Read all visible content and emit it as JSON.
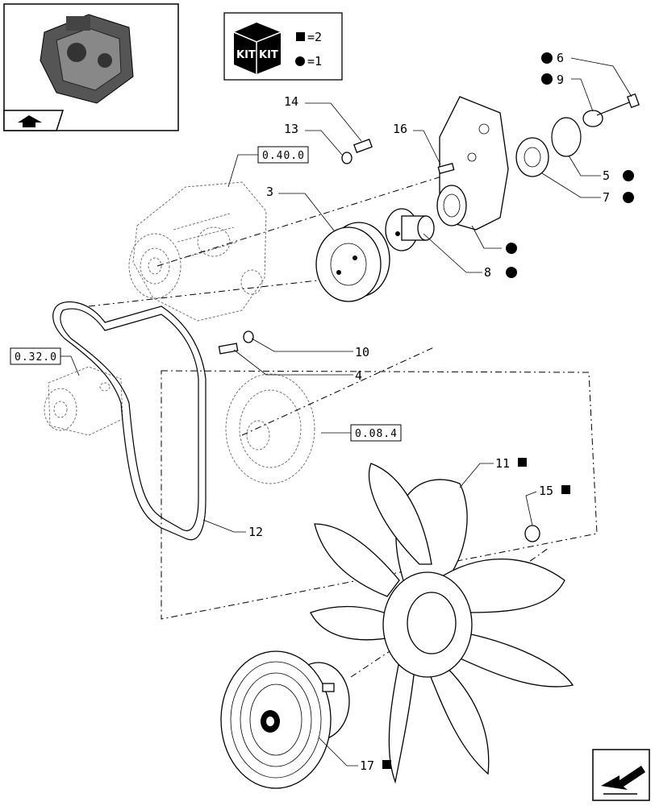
{
  "legend": {
    "square_value": "=2",
    "circle_value": "=1",
    "kit_text_left": "KIT",
    "kit_text_right": "KIT"
  },
  "refs": {
    "r1": "0.40.0",
    "r2": "0.32.0",
    "r3": "0.08.4"
  },
  "callouts": {
    "c6": "6",
    "c9": "9",
    "c14": "14",
    "c13": "13",
    "c16": "16",
    "c3": "3",
    "c5": "5",
    "c7": "7",
    "c8": "8",
    "c10": "10",
    "c4": "4",
    "c11": "11",
    "c15": "15",
    "c12": "12",
    "c17": "17"
  },
  "icons": {
    "thumbnail": "engine-thumbnail-icon",
    "nav": "next-page-arrow-icon",
    "back": "back-arrow-icon"
  }
}
